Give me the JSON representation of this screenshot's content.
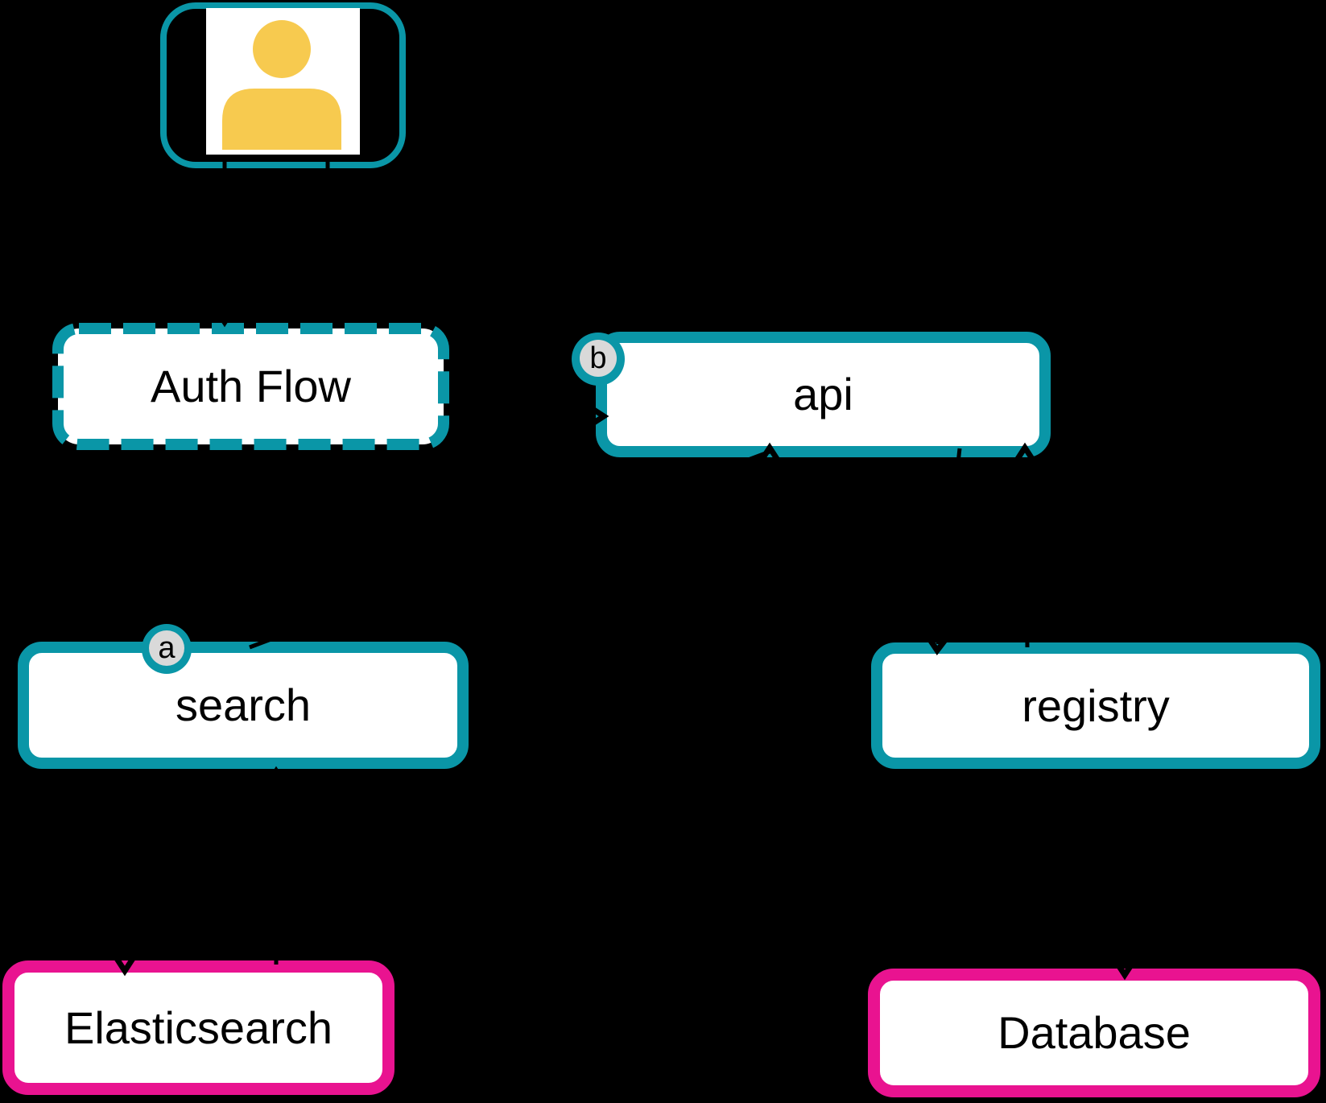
{
  "diagram": {
    "background_color": "#000000",
    "accent_teal": "#0A96A7",
    "accent_pink": "#E91390",
    "person_icon_color": "#F7CA4F",
    "badge_fill_color": "#D9D9D9",
    "nodes": {
      "user": {
        "icon": "person-icon"
      },
      "auth_flow": {
        "label": "Auth Flow",
        "border_style": "dashed"
      },
      "api": {
        "label": "api",
        "badge": "b"
      },
      "search": {
        "label": "search",
        "badge": "a"
      },
      "registry": {
        "label": "registry"
      },
      "elasticsearch": {
        "label": "Elasticsearch"
      },
      "database": {
        "label": "Database"
      }
    },
    "edges": [
      {
        "from": "user",
        "to": "auth_flow"
      },
      {
        "from": "user",
        "to": "api"
      },
      {
        "from": "search",
        "to": "api"
      },
      {
        "from": "api",
        "to": "registry"
      },
      {
        "from": "registry",
        "to": "api"
      },
      {
        "from": "search",
        "to": "elasticsearch"
      },
      {
        "from": "elasticsearch",
        "to": "search"
      },
      {
        "from": "registry",
        "to": "database"
      }
    ]
  }
}
